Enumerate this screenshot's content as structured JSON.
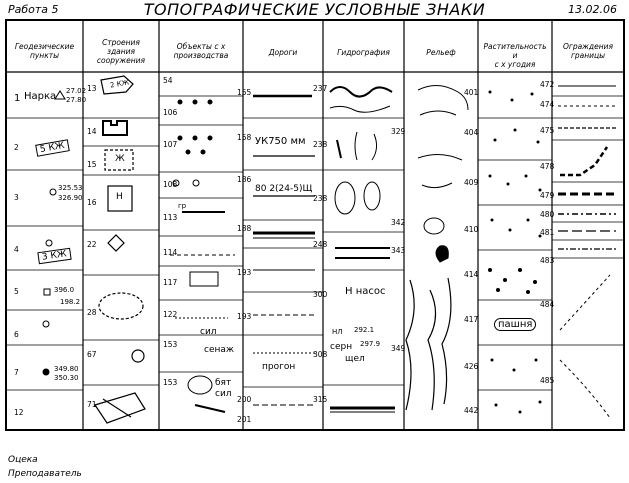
{
  "header": {
    "work": "Работа 5",
    "title": "ТОПОГРАФИЧЕСКИЕ УСЛОВНЫЕ ЗНАКИ",
    "date": "13.02.06"
  },
  "columns": [
    {
      "lines": [
        "Геодезические",
        "пункты"
      ]
    },
    {
      "lines": [
        "Строения",
        "здания",
        "сооружения"
      ]
    },
    {
      "lines": [
        "Объекты с х",
        "производства"
      ]
    },
    {
      "lines": [
        "Дороги"
      ]
    },
    {
      "lines": [
        "Гидрография"
      ]
    },
    {
      "lines": [
        "Рельеф"
      ]
    },
    {
      "lines": [
        "Растительность",
        "и",
        "с х угодия"
      ]
    },
    {
      "lines": [
        "Ограждения",
        "границы"
      ]
    }
  ],
  "col1_rows": [
    "1",
    "2",
    "3",
    "4",
    "5",
    "6",
    "7",
    "12"
  ],
  "col1": {
    "r1_name": "Нарка",
    "r1_v1": "27.02",
    "r1_v2": "27.80",
    "r2_box": "5 КЖ",
    "r3_v1": "325.53",
    "r3_v2": "326.90",
    "r4_box": "3 КЖ",
    "r5_v1": "396.0",
    "r5_v2": "198.2",
    "r7_v1": "349.80",
    "r7_v2": "350.30"
  },
  "col2_nums": [
    "13",
    "14",
    "15",
    "16",
    "22",
    "28",
    "67",
    "71"
  ],
  "col2": {
    "kzh": "2 КЖ",
    "zh": "Ж",
    "n": "Н"
  },
  "col3_nums": [
    "54",
    "106",
    "107",
    "108",
    "113",
    "114",
    "117",
    "122",
    "153",
    "153"
  ],
  "col3": {
    "sil": "сил",
    "syenazh": "сенаж",
    "byat": "бят",
    "sil2": "сил",
    "gr": "гр"
  },
  "col4_nums": [
    "155",
    "158",
    "186",
    "188",
    "193",
    "193",
    "200",
    "201"
  ],
  "col4": {
    "road1": "УК750 мм",
    "road2": "80 2(24-5)Щ",
    "progon": "прогон"
  },
  "col5_nums": [
    "237",
    "238",
    "238",
    "248",
    "300",
    "308",
    "315"
  ],
  "col5_right_nums": [
    "329",
    "342",
    "343",
    "349"
  ],
  "col5": {
    "nasos": "Н насос",
    "nl": "НЛ",
    "sern": "серн",
    "shchel": "щел",
    "v1": "292.1",
    "v2": "297.9"
  },
  "col7_nums": [
    "401",
    "404",
    "409",
    "410",
    "414",
    "417",
    "426",
    "442"
  ],
  "col7": {
    "pashnya": "пашня"
  },
  "col8_nums": [
    "472",
    "474",
    "475",
    "478",
    "479",
    "480",
    "481",
    "483",
    "484",
    "485"
  ],
  "footer": {
    "grade": "Оцека",
    "teacher": "Преподаватель"
  }
}
